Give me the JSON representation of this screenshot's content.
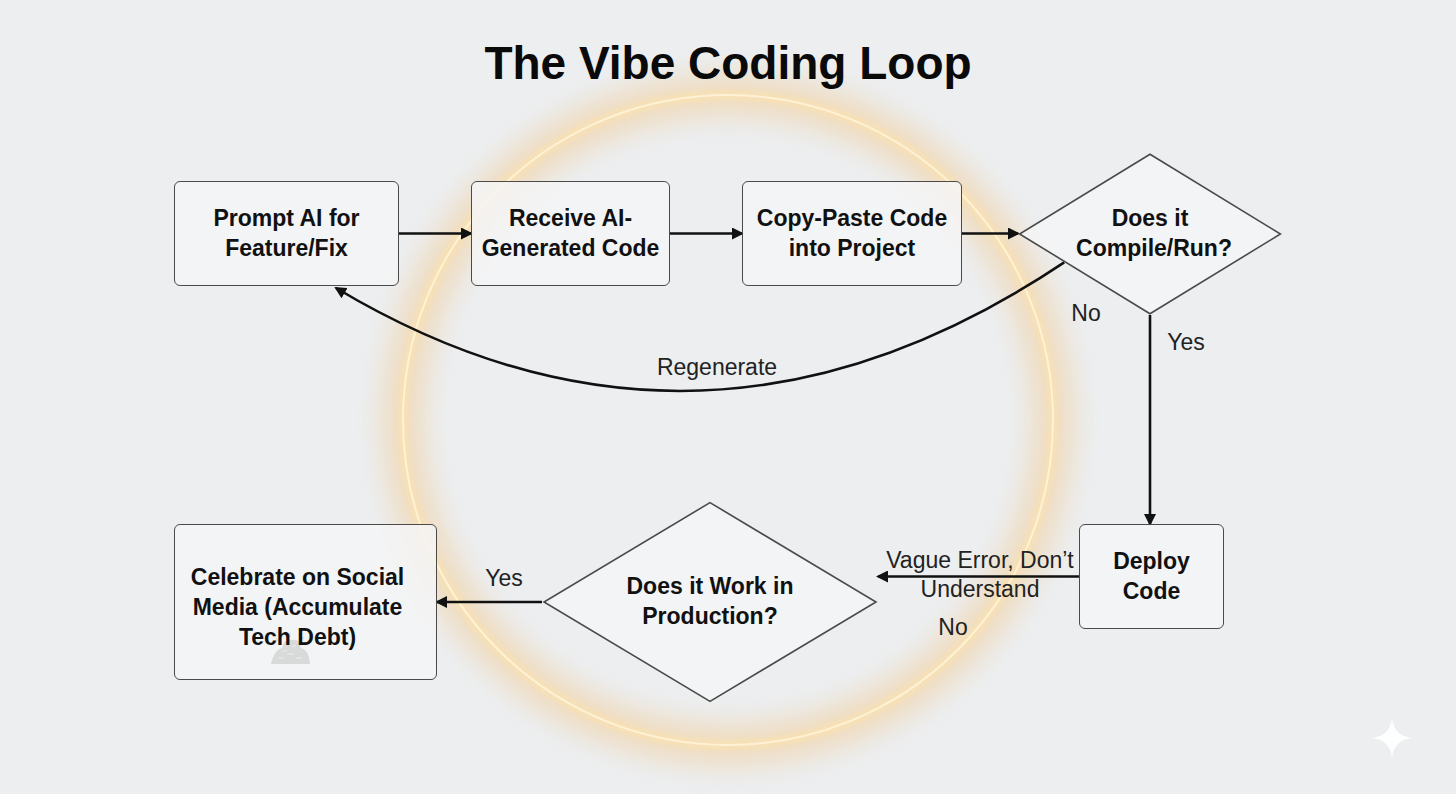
{
  "diagram": {
    "title": "The Vibe Coding Loop",
    "nodes": [
      {
        "text": [
          "Prompt AI for Feature/Fix"
        ]
      },
      {
        "text": [
          "Receive AI-Generated Code"
        ]
      },
      {
        "text": [
          "Copy-Paste Code into Project"
        ]
      },
      {
        "text": [
          "Does it Compile/Run?"
        ]
      },
      {
        "text": [
          "Deploy Code"
        ]
      },
      {
        "text": [
          "Does it Work in Production?"
        ]
      },
      {
        "text": [
          "Celebrate on Social Media (Accumulate Tech Debt)"
        ]
      }
    ],
    "edges": [
      {
        "from": 0,
        "to": 1,
        "arrow": "to"
      },
      {
        "from": 1,
        "to": 2,
        "arrow": "to"
      },
      {
        "from": 2,
        "to": 3,
        "arrow": "to"
      },
      {
        "from": 3,
        "to": 0,
        "label": "Regenerate",
        "arrow": "to"
      },
      {
        "from": 3,
        "to": 4,
        "label": "Yes",
        "arrow": "to"
      },
      {
        "from": 4,
        "to": 5,
        "label": "Vague Error, Don’t Understand",
        "arrow": "to"
      },
      {
        "from": 5,
        "to": 6,
        "label": "Yes",
        "arrow": "to"
      }
    ],
    "labels": [
      "No",
      "No"
    ]
  }
}
